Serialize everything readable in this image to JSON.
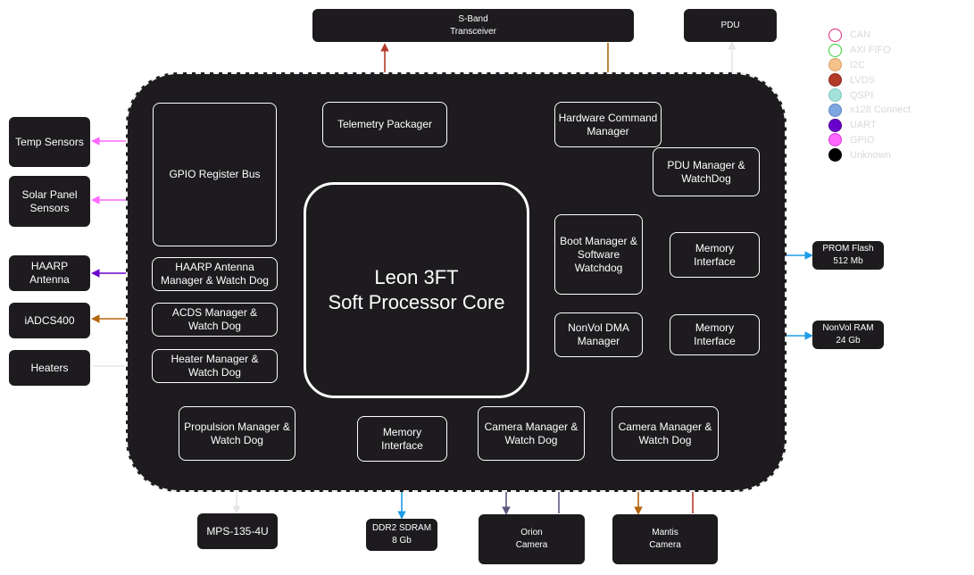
{
  "diagram": {
    "core": {
      "line1": "Leon 3FT",
      "line2": "Soft Processor Core"
    },
    "internal_blocks": {
      "gpio_bus": "GPIO Register Bus",
      "haarp_mgr": "HAARP Antenna\nManager & Watch Dog",
      "acds_mgr": "ACDS Manager &\nWatch Dog",
      "heater_mgr": "Heater Manager &\nWatch Dog",
      "prop_mgr": "Propulsion Manager &\nWatch Dog",
      "mem_if_ddr": "Memory\nInterface",
      "telemetry": "Telemetry Packager",
      "hw_cmd": "Hardware Command\nManager",
      "pdu_mgr": "PDU Manager &\nWatchDog",
      "boot_mgr": "Boot Manager &\nSoftware\nWatchdog",
      "mem_if_prom": "Memory\nInterface",
      "nonvol_dma": "NonVol DMA\nManager",
      "mem_if_nvram": "Memory\nInterface",
      "cam_mgr_1": "Camera Manager &\nWatch Dog",
      "cam_mgr_2": "Camera Manager &\nWatch Dog"
    },
    "external_blocks": {
      "sband": "S-Band\nTransceiver",
      "pdu": "PDU",
      "temp_sensors": "Temp Sensors",
      "solar_sensors": "Solar Panel\nSensors",
      "haarp_antenna": "HAARP\nAntenna",
      "iadcs": "iADCS400",
      "heaters": "Heaters",
      "mps": "MPS-135-4U",
      "ddr2": "DDR2 SDRAM\n8 Gb",
      "orion": "Orion\nCamera",
      "mantis": "Mantis\nCamera",
      "prom_flash": "PROM Flash\n512 Mb",
      "nvram": "NonVol RAM\n24 Gb"
    }
  },
  "legend": [
    {
      "label": "CAN",
      "fill": "#ffffff",
      "stroke": "#e0287a"
    },
    {
      "label": "AXI FIFO",
      "fill": "#ffffff",
      "stroke": "#33cc33"
    },
    {
      "label": "I2C",
      "fill": "#f6c28b",
      "stroke": "#d9a066"
    },
    {
      "label": "LVDS",
      "fill": "#b33b2a",
      "stroke": "#8e2a1c"
    },
    {
      "label": "QSPI",
      "fill": "#a4e1da",
      "stroke": "#7cc6bd"
    },
    {
      "label": "x128 Connect",
      "fill": "#7ea6e0",
      "stroke": "#5a84c4"
    },
    {
      "label": "UART",
      "fill": "#6a00cc",
      "stroke": "#4b0091"
    },
    {
      "label": "GPIO",
      "fill": "#ff66ff",
      "stroke": "#d63ad6"
    },
    {
      "label": "Unknown",
      "fill": "#000000",
      "stroke": "#000000"
    }
  ],
  "colors": {
    "gpio": "#ff66ff",
    "uart": "#6a00cc",
    "i2c": "#b3660d",
    "lvds": "#b33b2a",
    "unknown": "#e6e6e6",
    "x128": "#1f9be6",
    "purple_link": "#5f5680",
    "axi": "#33cc33",
    "can": "#d9437f"
  }
}
